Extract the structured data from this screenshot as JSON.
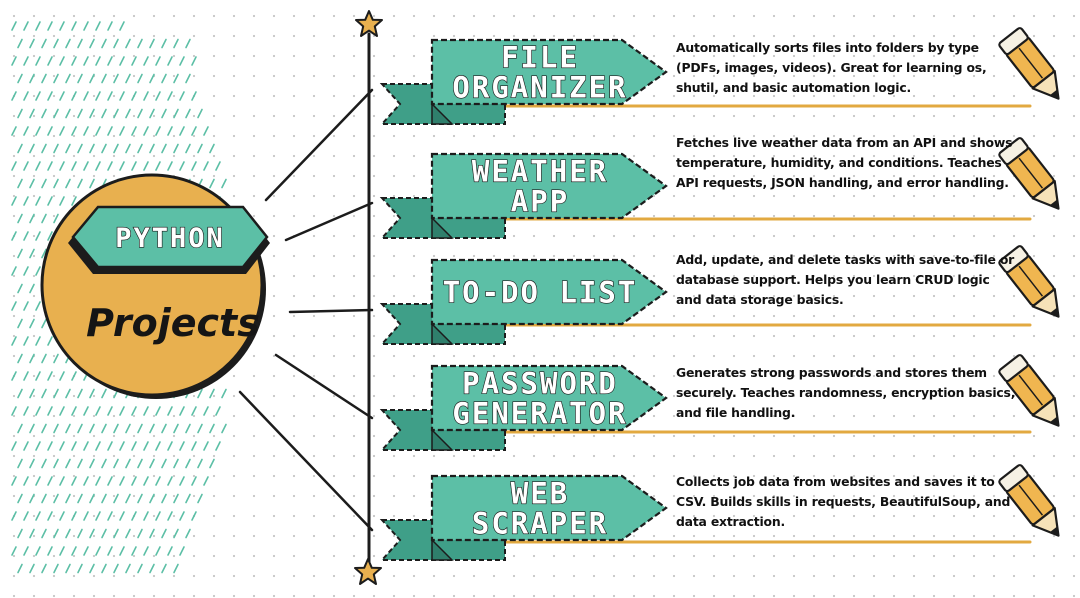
{
  "hub": {
    "badge": "PYTHON",
    "title": "Projects"
  },
  "projects": [
    {
      "title_lines": [
        "FILE",
        "ORGANIZER"
      ],
      "description": "Automatically sorts files into folders by type (PDFs, images, videos). Great for learning os, shutil, and basic automation logic."
    },
    {
      "title_lines": [
        "WEATHER",
        "APP"
      ],
      "description": "Fetches live weather data from an API and shows temperature, humidity, and conditions. Teaches API requests, JSON handling, and error handling."
    },
    {
      "title_lines": [
        "TO-DO LIST"
      ],
      "description": "Add, update, and delete tasks with save-to-file or database support. Helps you learn CRUD logic and data storage basics."
    },
    {
      "title_lines": [
        "PASSWORD",
        "GENERATOR"
      ],
      "description": "Generates strong passwords and stores them securely. Teaches randomness, encryption basics, and file handling."
    },
    {
      "title_lines": [
        "WEB",
        "SCRAPER"
      ],
      "description": "Collects job data from websites and saves it to CSV. Builds skills in requests, BeautifulSoup, and data extraction."
    }
  ],
  "decorations": {
    "pencil_icon": "pencil-icon",
    "star_icon": "star-icon"
  },
  "colors": {
    "teal": "#5cbfa6",
    "teal_dark": "#3f9f88",
    "gold": "#e8b04f",
    "gold_line": "#e2a940",
    "pencil_body": "#f0b650",
    "outline": "#1c1c1c"
  }
}
